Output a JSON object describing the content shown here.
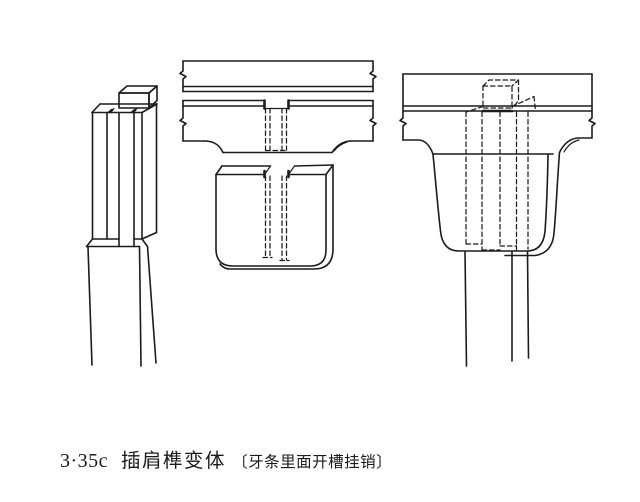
{
  "colors": {
    "background": "#ffffff",
    "ink": "#1c1c1c"
  },
  "caption": {
    "number": "3·35c",
    "title": "插肩榫变体",
    "note": "〔牙条里面开槽挂销〕"
  }
}
